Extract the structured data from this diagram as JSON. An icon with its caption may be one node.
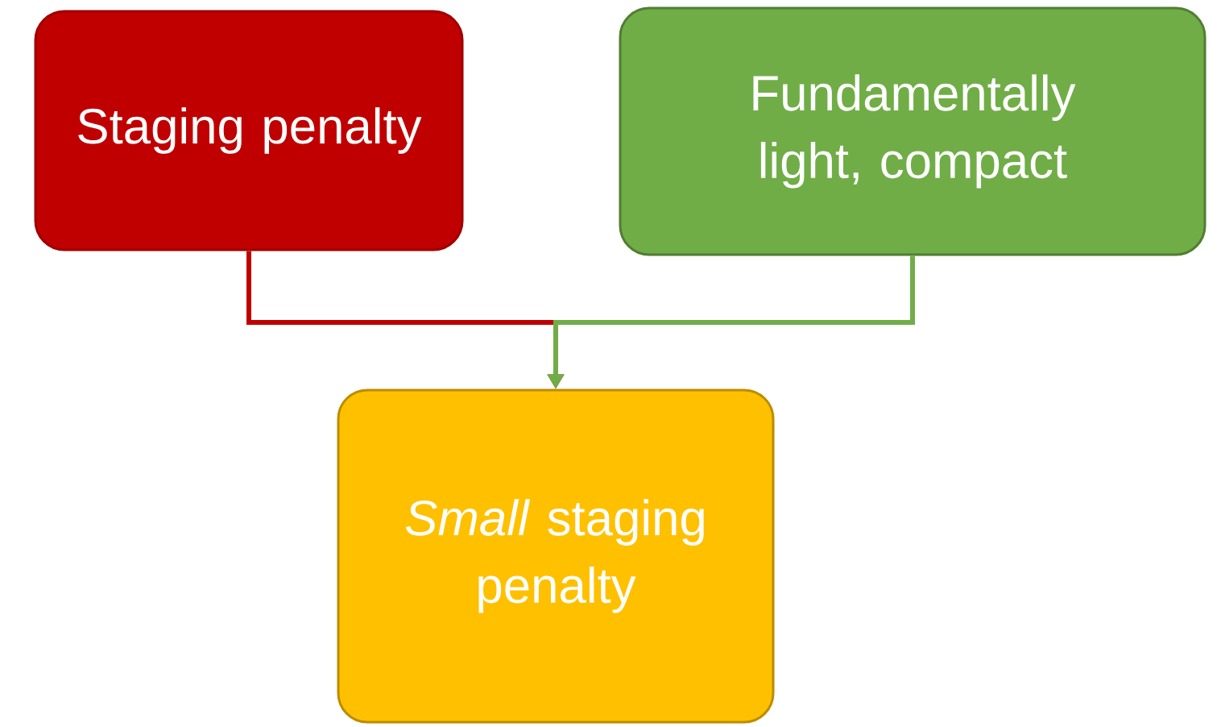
{
  "diagram": {
    "nodes": [
      {
        "text": [
          "Staging penalty"
        ]
      },
      {
        "text": [
          "Fundamentally light, compact"
        ]
      },
      {
        "text": [
          "*Small* staging penalty"
        ]
      }
    ],
    "edges": [
      {
        "from": 0,
        "to": 2,
        "arrow": "to",
        "color": "#c00000"
      },
      {
        "from": 1,
        "to": 2,
        "arrow": "to",
        "color": "#70ad47"
      }
    ]
  }
}
